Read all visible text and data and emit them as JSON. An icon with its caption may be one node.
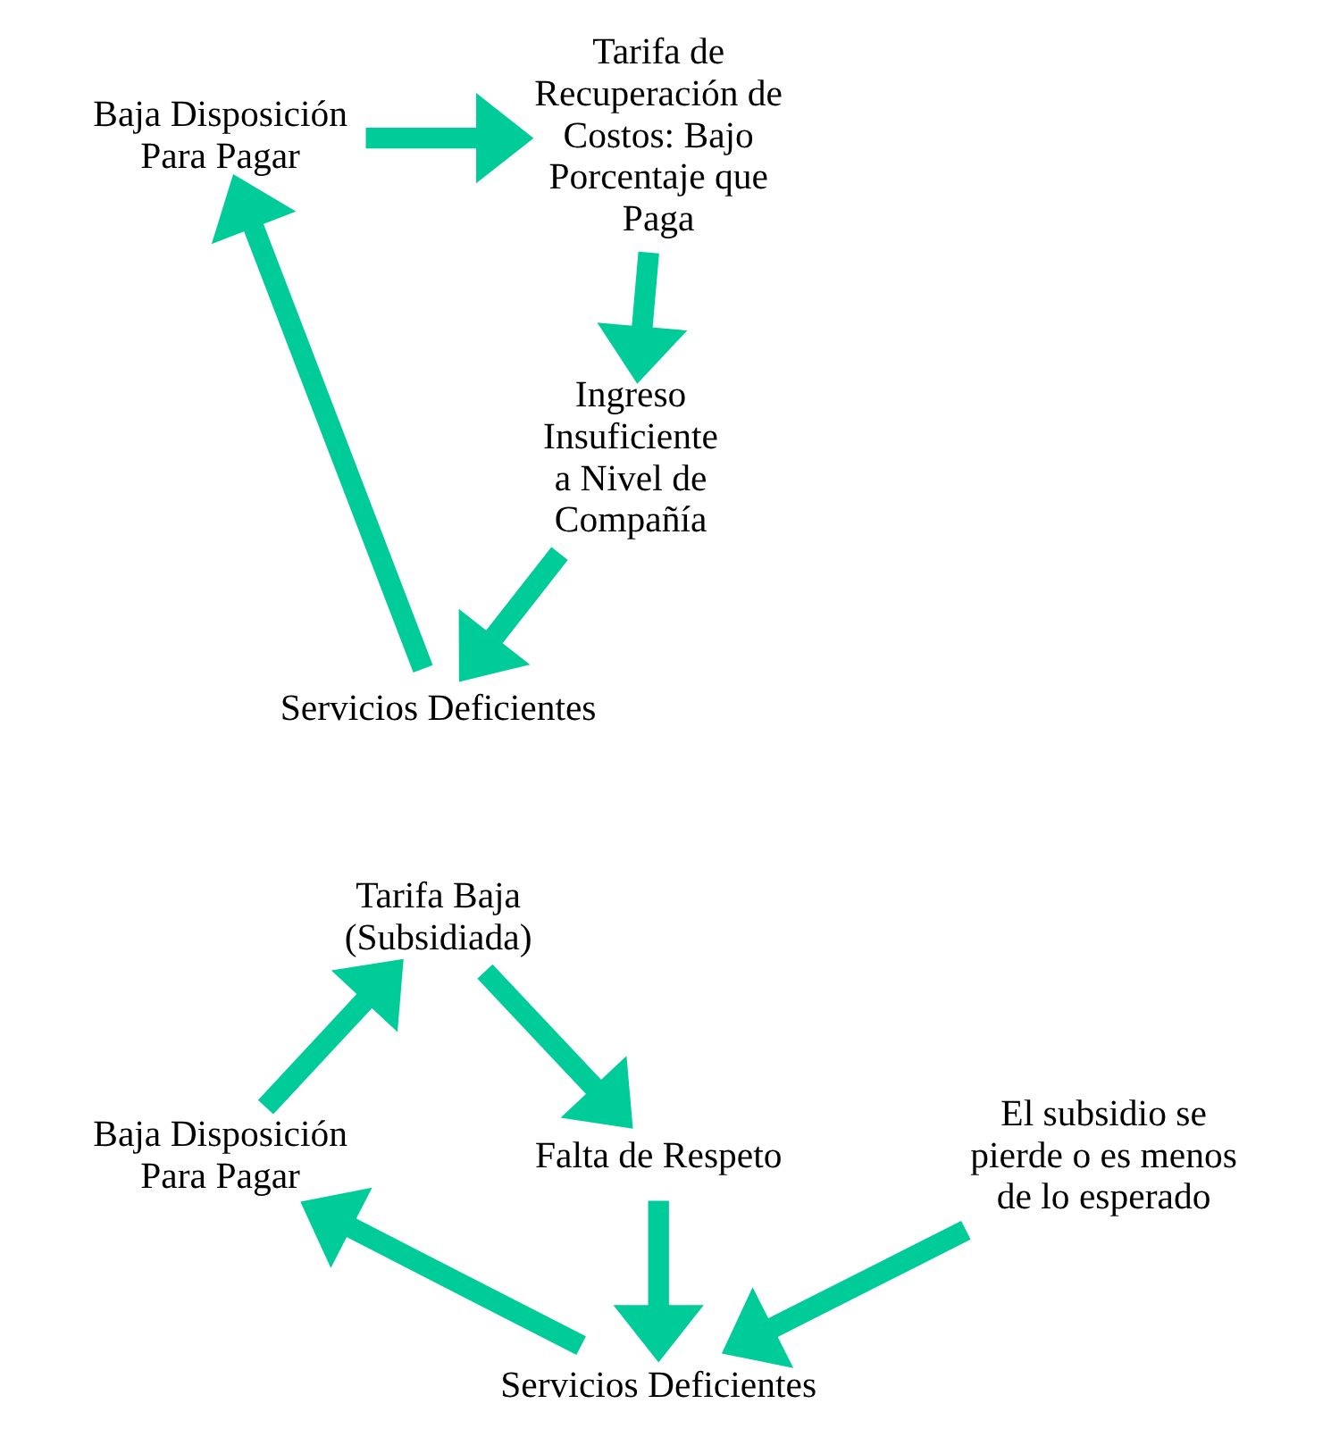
{
  "diagram": {
    "nodes": [
      {
        "text": [
          "Tarifa de Recuperación de Costos: Bajo Porcentaje que Paga"
        ]
      },
      {
        "text": [
          "Ingreso Insuficiente a Nivel de Compañía"
        ]
      },
      {
        "text": [
          "Servicios Deficientes"
        ]
      },
      {
        "text": [
          "Baja Disposición Para Pagar"
        ]
      },
      {
        "text": [
          "Tarifa Baja (Subsidiada)"
        ]
      },
      {
        "text": [
          "Falta de Respeto"
        ]
      },
      {
        "text": [
          "Servicios Deficientes"
        ]
      },
      {
        "text": [
          "Baja Disposición Para Pagar"
        ]
      },
      {
        "text": [
          "El subsidio se pierde o es menos de lo esperado"
        ]
      }
    ],
    "edges": [
      {
        "from": 0,
        "to": 1,
        "arrow": "to"
      },
      {
        "from": 1,
        "to": 2,
        "arrow": "to"
      },
      {
        "from": 2,
        "to": 3,
        "arrow": "to"
      },
      {
        "from": 3,
        "to": 0,
        "arrow": "to"
      },
      {
        "from": 4,
        "to": 5,
        "arrow": "to"
      },
      {
        "from": 5,
        "to": 6,
        "arrow": "to"
      },
      {
        "from": 8,
        "to": 6,
        "arrow": "to"
      },
      {
        "from": 6,
        "to": 7,
        "arrow": "to"
      },
      {
        "from": 7,
        "to": 4,
        "arrow": "to"
      }
    ]
  }
}
